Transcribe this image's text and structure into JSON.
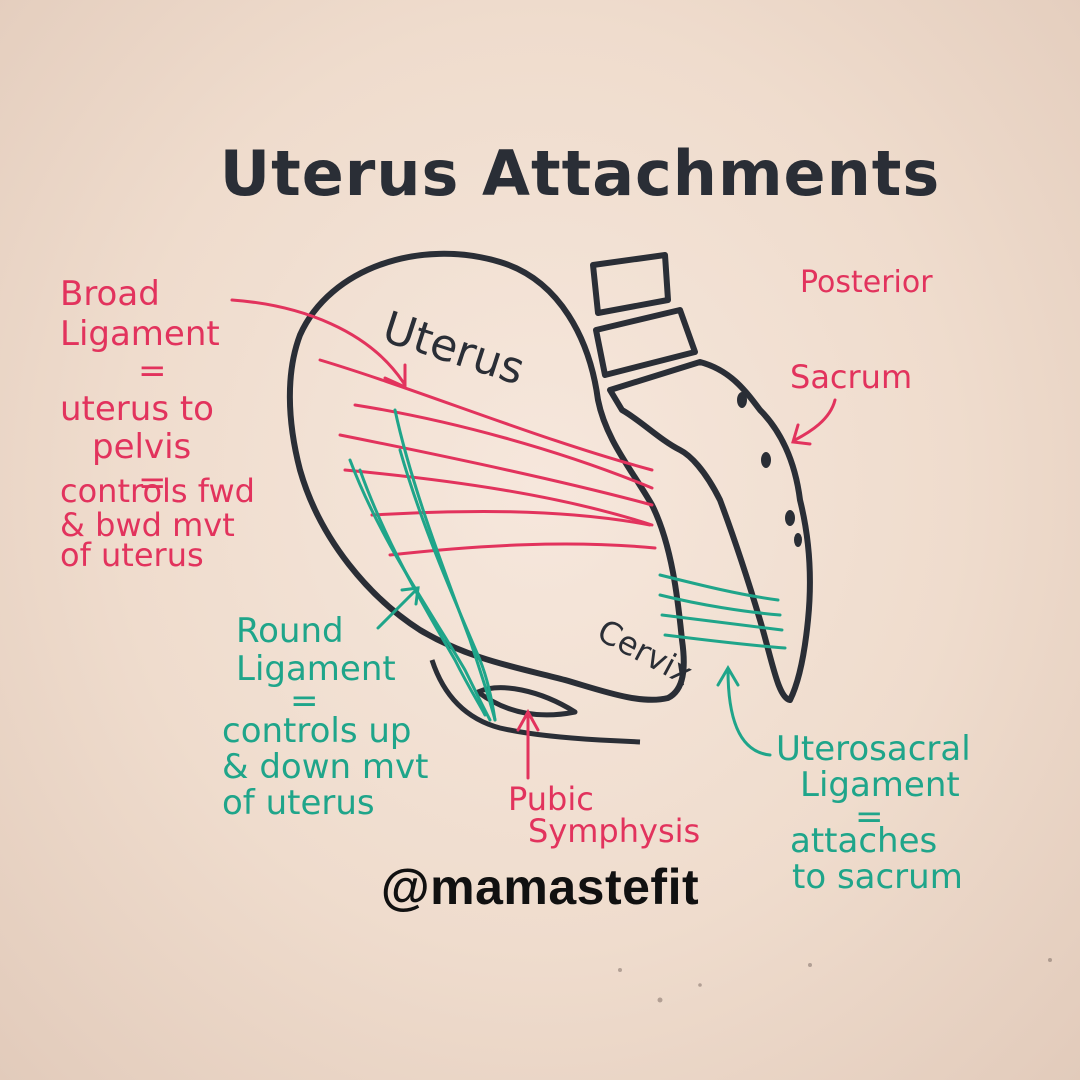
{
  "title": "Uterus Attachments",
  "labels": {
    "uterus": "Uterus",
    "posterior": "Posterior",
    "sacrum": "Sacrum",
    "cervix": "Cervix"
  },
  "broad_ligament": {
    "lines": [
      "Broad",
      "Ligament",
      "=",
      "uterus to",
      "pelvis",
      "=",
      "controls fwd",
      "& bwd mvt",
      "of uterus"
    ]
  },
  "round_ligament": {
    "lines": [
      "Round",
      "Ligament",
      "=",
      "controls up",
      "& down mvt",
      "of uterus"
    ]
  },
  "pubic_symphysis": {
    "lines": [
      "Pubic",
      "Symphysis"
    ]
  },
  "uterosacral_ligament": {
    "lines": [
      "Uterosacral",
      "Ligament",
      "=",
      "attaches",
      "to sacrum"
    ]
  },
  "handle": "@mamastefit",
  "colors": {
    "ink_black": "#2a2e36",
    "ink_pink": "#e2335d",
    "ink_teal": "#1fa58a",
    "board": "#f3e3d6"
  }
}
